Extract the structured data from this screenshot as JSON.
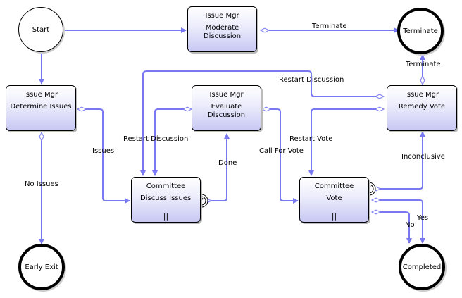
{
  "diagram": {
    "colors": {
      "edge": "#7878f0",
      "node_border": "#000000",
      "node_fill_bottom": "#c8c8f4"
    },
    "start": "Start",
    "ends": {
      "terminate": "Terminate",
      "early_exit": "Early Exit",
      "completed": "Completed"
    },
    "nodes": {
      "moderate": {
        "role": "Issue Mgr",
        "name": "Moderate Discussion"
      },
      "determine": {
        "role": "Issue Mgr",
        "name": "Determine Issues"
      },
      "evaluate": {
        "role": "Issue Mgr",
        "name": "Evaluate Discussion"
      },
      "remedy": {
        "role": "Issue Mgr",
        "name": "Remedy Vote"
      },
      "discuss": {
        "role": "Committee",
        "name": "Discuss Issues",
        "marker": "||"
      },
      "vote": {
        "role": "Committee",
        "name": "Vote",
        "marker": "||"
      }
    },
    "edges": {
      "terminate_top": "Terminate",
      "terminate_right": "Terminate",
      "restart_discussion_top": "Restart Discussion",
      "restart_discussion_mid": "Restart Discussion",
      "issues": "Issues",
      "no_issues": "No Issues",
      "done": "Done",
      "call_for_vote": "Call For Vote",
      "restart_vote": "Restart Vote",
      "inconclusive": "Inconclusive",
      "yes": "Yes",
      "no": "No"
    }
  }
}
